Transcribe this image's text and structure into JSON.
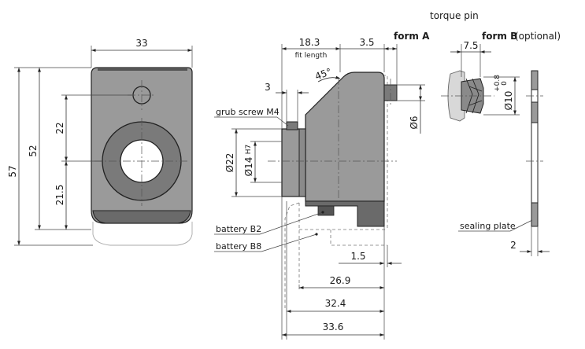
{
  "header": {
    "torque_pin": "torque pin",
    "form_a": "form A",
    "form_b": "form B",
    "optional": "(optional)"
  },
  "front_view": {
    "width": "33",
    "height_total": "57",
    "height_52": "52",
    "dim_22": "22",
    "dim_21_5": "21.5"
  },
  "side_view": {
    "dim_18_3": "18.3",
    "fit_length": "fit length",
    "dim_3_5": "3.5",
    "dim_3": "3",
    "angle": "45°",
    "grub_screw": "grub screw M4",
    "dia_22": "Ø22",
    "dia_14": "Ø14",
    "tol_h7": "H7",
    "dia_6": "Ø6",
    "battery_b2": "battery B2",
    "battery_b8": "battery B8",
    "dim_1_5": "1.5",
    "dim_26_9": "26.9",
    "dim_32_4": "32.4",
    "dim_33_6": "33.6"
  },
  "form_b_view": {
    "dim_7_5": "7.5",
    "dia_10": "Ø10",
    "tol_upper": "+0.8",
    "tol_lower": "0"
  },
  "sealing": {
    "label": "sealing plate",
    "dim_2": "2"
  },
  "colors": {
    "body_fill": "#9a9a9a",
    "line": "#222222"
  }
}
